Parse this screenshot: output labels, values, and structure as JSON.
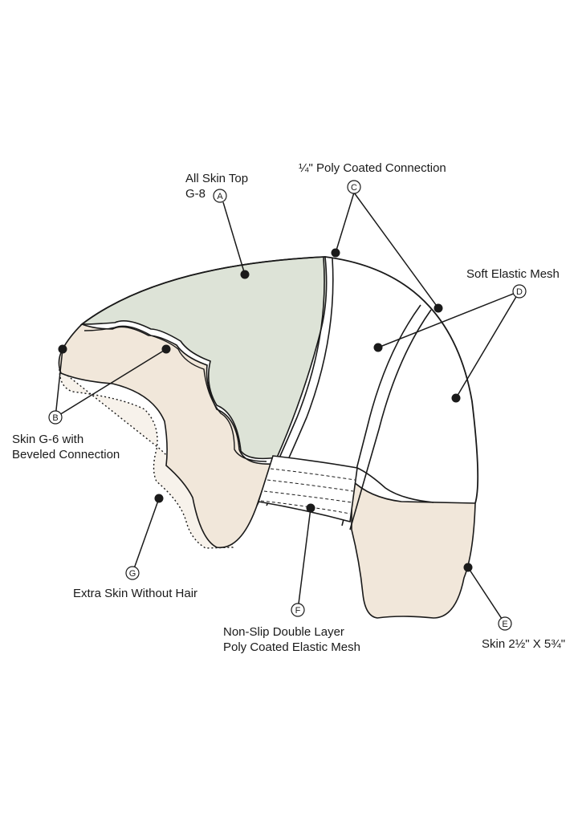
{
  "colors": {
    "skin_top": "#dde3d7",
    "skin_beige": "#f1e7da",
    "stroke": "#1a1a1a",
    "background": "#ffffff"
  },
  "labels": {
    "a": {
      "marker": "A",
      "lines": [
        "All Skin Top",
        "G-8"
      ]
    },
    "b": {
      "marker": "B",
      "lines": [
        "Skin G-6 with",
        "Beveled Connection"
      ]
    },
    "c": {
      "marker": "C",
      "lines": [
        "¼\" Poly Coated Connection"
      ]
    },
    "d": {
      "marker": "D",
      "lines": [
        "Soft Elastic Mesh"
      ]
    },
    "e": {
      "marker": "E",
      "lines": [
        "Skin 2½\" X 5¾\""
      ]
    },
    "f": {
      "marker": "F",
      "lines": [
        "Non-Slip Double Layer",
        "Poly Coated Elastic Mesh"
      ]
    },
    "g": {
      "marker": "G",
      "lines": [
        "Extra Skin Without Hair"
      ]
    }
  }
}
